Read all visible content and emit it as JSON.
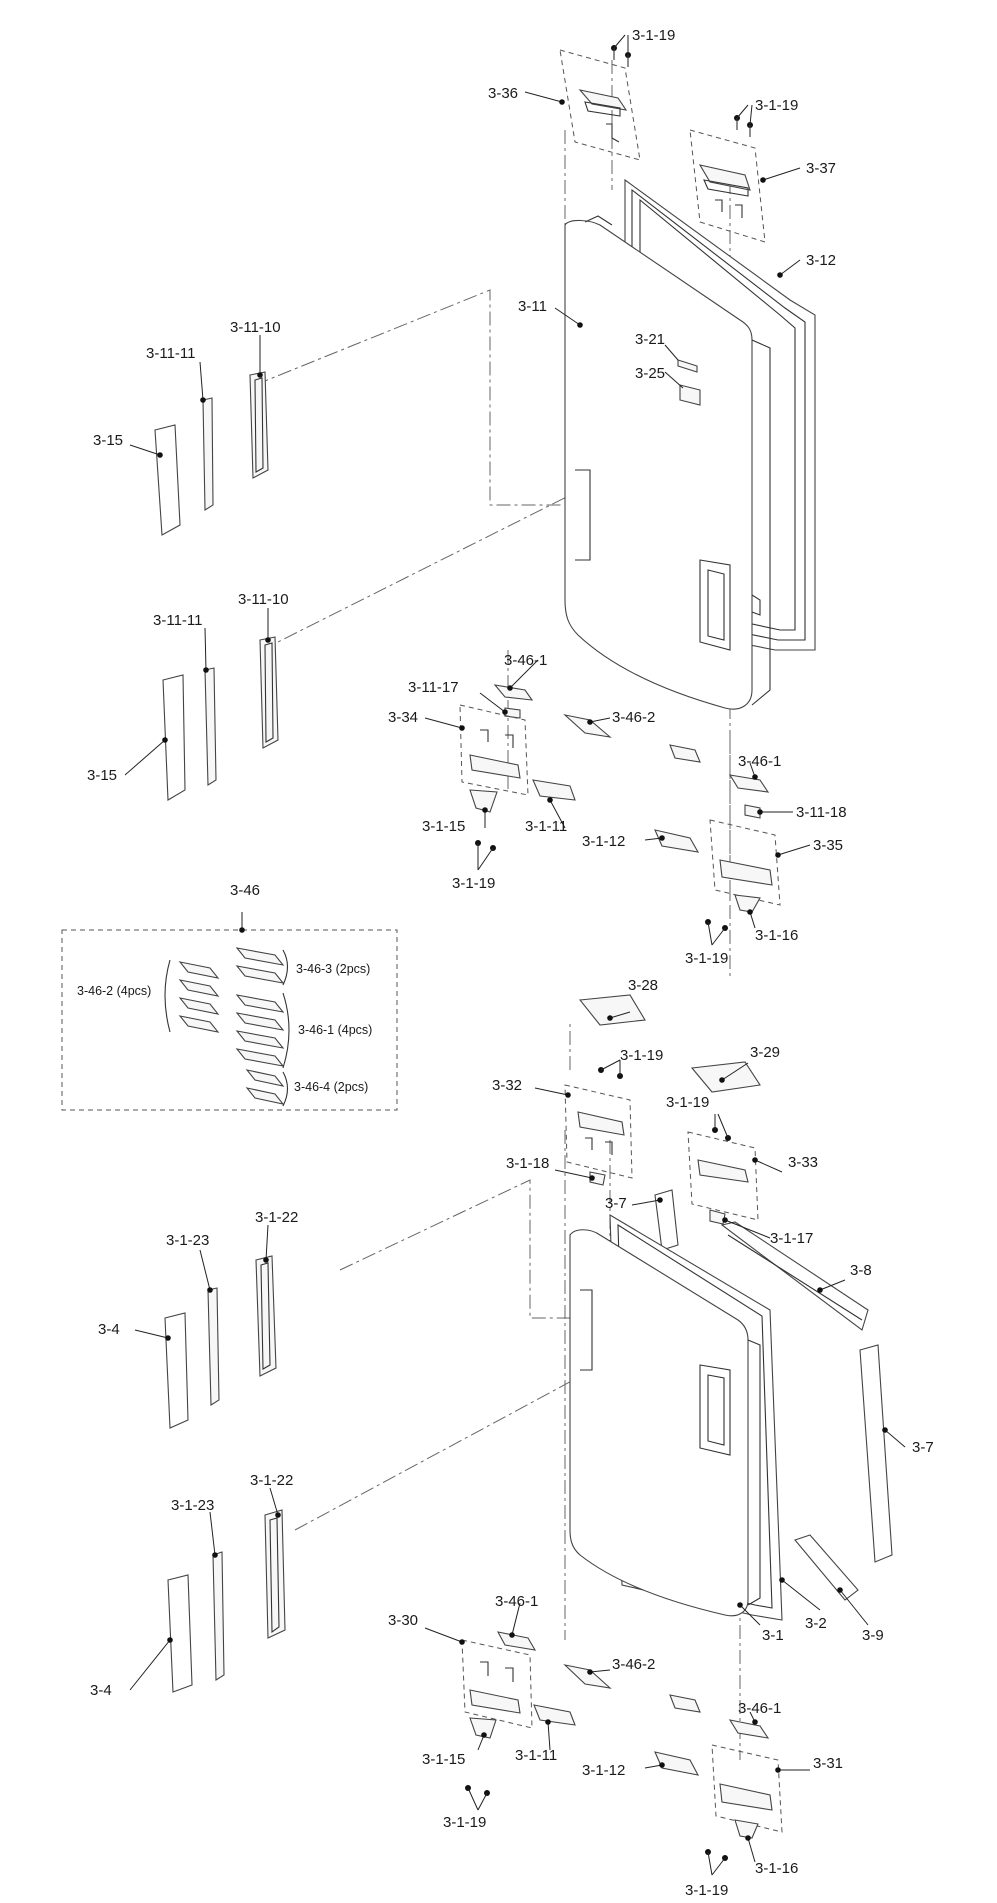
{
  "labels": {
    "top": {
      "screw_top_a": "3-1-19",
      "hinge_top_left": "3-36",
      "screw_top_b": "3-1-19",
      "hinge_top_right": "3-37",
      "gasket_upper": "3-12",
      "door_upper": "3-11",
      "part_3_21": "3-21",
      "part_3_25": "3-25"
    },
    "upper_handles": {
      "handle_cap_a": "3-11-10",
      "handle_strip_a": "3-11-11",
      "handle_cover_a": "3-15",
      "handle_cap_b": "3-11-10",
      "handle_strip_b": "3-11-11",
      "handle_cover_b": "3-15"
    },
    "upper_bottom_hinges": {
      "shim_1_left": "3-46-1",
      "part_3_11_17": "3-11-17",
      "hinge_3_34": "3-34",
      "shim_2": "3-46-2",
      "shim_1_right": "3-46-1",
      "part_3_11_18": "3-11-18",
      "hinge_3_35": "3-35",
      "bracket_3_1_15": "3-1-15",
      "cover_3_1_11": "3-1-11",
      "screw_left": "3-1-19",
      "cover_3_1_12": "3-1-12",
      "bracket_3_1_16": "3-1-16",
      "screw_right": "3-1-19"
    },
    "kit": {
      "title": "3-46",
      "group_2": "3-46-2 (4pcs)",
      "group_3": "3-46-3 (2pcs)",
      "group_1": "3-46-1 (4pcs)",
      "group_4": "3-46-4 (2pcs)"
    },
    "middle": {
      "part_3_28": "3-28",
      "screw_mid_a": "3-1-19",
      "part_3_29": "3-29",
      "hinge_3_32": "3-32",
      "screw_mid_b": "3-1-19",
      "hinge_3_33": "3-33",
      "part_3_1_18": "3-1-18",
      "part_3_7_upper": "3-7",
      "part_3_1_17": "3-1-17",
      "part_3_8": "3-8"
    },
    "lower_handles": {
      "handle_cap_a": "3-1-22",
      "handle_strip_a": "3-1-23",
      "handle_cover_a": "3-4",
      "handle_cap_b": "3-1-22",
      "handle_strip_b": "3-1-23",
      "handle_cover_b": "3-4"
    },
    "lower_door": {
      "part_3_7_right": "3-7",
      "door_lower": "3-1",
      "gasket_lower": "3-2",
      "part_3_9": "3-9"
    },
    "lower_bottom_hinges": {
      "hinge_3_30": "3-30",
      "shim_1_left": "3-46-1",
      "shim_2": "3-46-2",
      "shim_1_right": "3-46-1",
      "hinge_3_31": "3-31",
      "bracket_3_1_15": "3-1-15",
      "cover_3_1_11": "3-1-11",
      "cover_3_1_12": "3-1-12",
      "screw_left": "3-1-19",
      "bracket_3_1_16": "3-1-16",
      "screw_right": "3-1-19"
    }
  }
}
